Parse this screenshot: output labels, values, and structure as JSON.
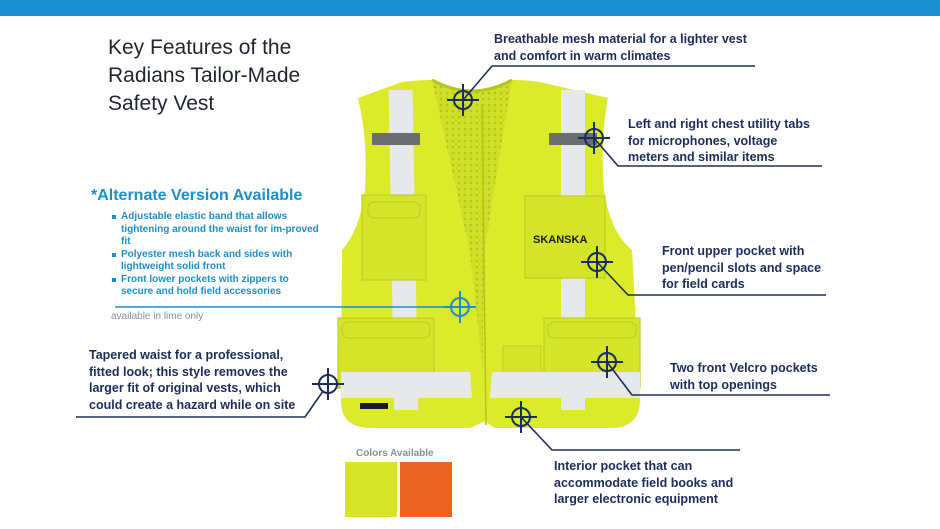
{
  "colors": {
    "top_bar": "#1b8fcd",
    "navy": "#1b2c5e",
    "accent_blue": "#1b8fcd",
    "vest_lime": "#dbea2a",
    "vest_lime_dark": "#c6d620",
    "reflective": "#e6e8e9",
    "tab": "#6b6e70",
    "swatch_lime": "#d7e52a",
    "swatch_orange": "#ec6422"
  },
  "title": {
    "line1": "Key Features of the",
    "line2": "Radians Tailor-Made",
    "line3": "Safety Vest"
  },
  "alternate": {
    "heading": "*Alternate Version Available",
    "items": [
      "Adjustable elastic band that allows tightening around the waist for im-proved fit",
      "Polyester mesh back and sides with lightweight solid front",
      "Front lower pockets with zippers to secure and hold field accessories"
    ],
    "note": "available in lime only"
  },
  "vest": {
    "logo": "SKANSKA"
  },
  "callouts": {
    "mesh": "Breathable mesh material for a lighter vest and comfort in warm climates",
    "chest_tabs": "Left and right chest utility tabs for microphones, voltage meters and similar items",
    "upper_pocket": "Front upper pocket with pen/pencil slots and space for field cards",
    "tapered": "Tapered waist for a professional, fitted look; this style removes the larger fit of original vests, which could create a hazard while on site",
    "velcro": "Two front Velcro pockets with top openings",
    "interior": "Interior pocket that can accommodate field books and larger electronic equipment"
  },
  "colors_available": {
    "label": "Colors Available"
  }
}
